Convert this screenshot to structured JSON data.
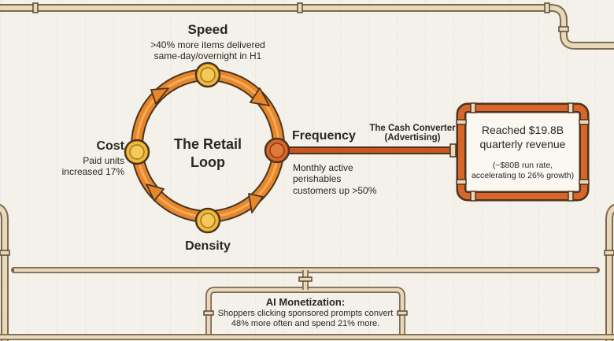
{
  "loop": {
    "title_line1": "The Retail",
    "title_line2": "Loop"
  },
  "speed": {
    "title": "Speed",
    "desc_line1": ">40% more items delivered",
    "desc_line2": "same-day/overnight in H1"
  },
  "cost": {
    "title": "Cost",
    "desc_line1": "Paid units",
    "desc_line2": "increased 17%"
  },
  "frequency": {
    "title": "Frequency",
    "desc_line1": "Monthly active",
    "desc_line2": "perishables",
    "desc_line3": "customers up >50%"
  },
  "density": {
    "title": "Density"
  },
  "converter": {
    "label_line1": "The Cash Converter",
    "label_line2": "(Advertising)",
    "headline_line1": "Reached $19.8B",
    "headline_line2": "quarterly revenue",
    "note_line1": "(~$80B run rate,",
    "note_line2": "accelerating to 26% growth)"
  },
  "ai": {
    "title": "AI Monetization:",
    "desc_line1": "Shoppers clicking sponsored prompts convert",
    "desc_line2": "48% more often and spend 21% more."
  },
  "colors": {
    "pipe_orange": "#e8862a",
    "pipe_dark": "#c9561f",
    "pipe_tan": "#e9d9b8",
    "valve": "#f0b93a",
    "background": "#f4f1ea"
  }
}
